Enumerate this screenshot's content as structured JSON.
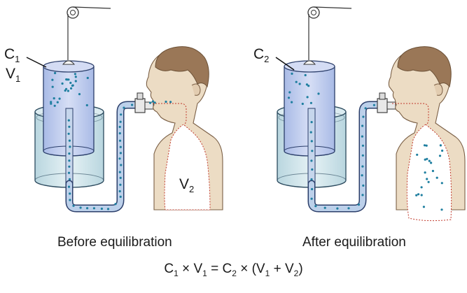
{
  "labels": {
    "c1": "C",
    "c1_sub": "1",
    "v1": "V",
    "v1_sub": "1",
    "v2": "V",
    "v2_sub": "2",
    "c2": "C",
    "c2_sub": "2"
  },
  "captions": {
    "before": "Before equilibration",
    "after": "After equilibration"
  },
  "equation": {
    "c1": "C",
    "c1_sub": "1",
    "times1": "×",
    "v1": "V",
    "v1_sub": "1",
    "equals": "=",
    "c2": "C",
    "c2_sub": "2",
    "times2": "×",
    "open": "(",
    "v1b": "V",
    "v1b_sub": "1",
    "plus": "+",
    "v2": "V",
    "v2_sub": "2",
    "close": ")"
  },
  "colors": {
    "gas": "#c3d0ee",
    "water": "#cde3ea",
    "dot": "#1f7fa0",
    "skin": "#ecdcc4",
    "hair": "#9a7757",
    "lung_outline": "#c0392b",
    "outline": "#22364a"
  }
}
